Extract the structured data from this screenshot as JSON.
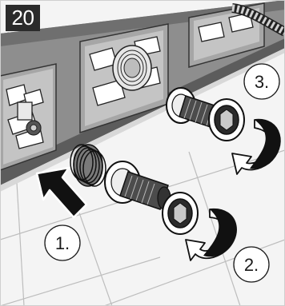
{
  "step": {
    "number": "20"
  },
  "callouts": [
    {
      "label": "1."
    },
    {
      "label": "2."
    },
    {
      "label": "3."
    }
  ]
}
